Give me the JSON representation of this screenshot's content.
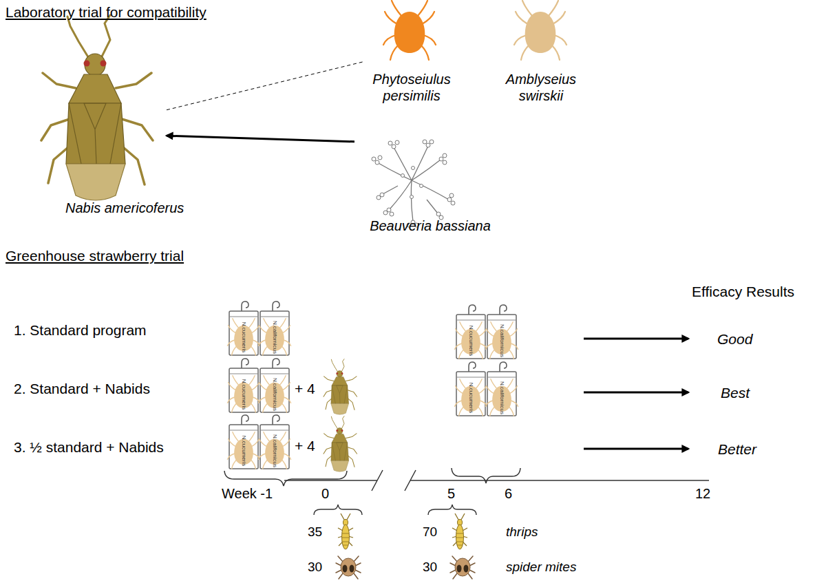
{
  "diagram": {
    "nodes": [
      {
        "text": [
          "Nabis americoferus"
        ]
      },
      {
        "text": [
          "Phytoseiulus persimilis"
        ]
      },
      {
        "text": [
          "Amblyseius swirskii"
        ]
      },
      {
        "text": [
          "Beauveria bassiana"
        ]
      }
    ],
    "edges": [
      {
        "from": 0,
        "to": 1,
        "arrow": "none"
      },
      {
        "from": 3,
        "to": 0,
        "arrow": "to"
      }
    ],
    "labels": [
      "Laboratory trial for compatibility",
      "Greenhouse strawberry trial",
      "Efficacy Results",
      "1. Standard program",
      "2. Standard + Nabids",
      "3. ½ standard + Nabids",
      "Good",
      "Best",
      "Better",
      "N.cucumeris",
      "N.californicus",
      "N.cucumeris",
      "N.californicus",
      "N.cucumeris",
      "N.californicus",
      "N.cucumeris",
      "N.californicus",
      "N.cucumeris",
      "N.californicus",
      "+ 4",
      "+ 4",
      "Week -1",
      "0",
      "5",
      "6",
      "12",
      "35",
      "70",
      "thrips",
      "30",
      "30",
      "spider mites"
    ]
  }
}
